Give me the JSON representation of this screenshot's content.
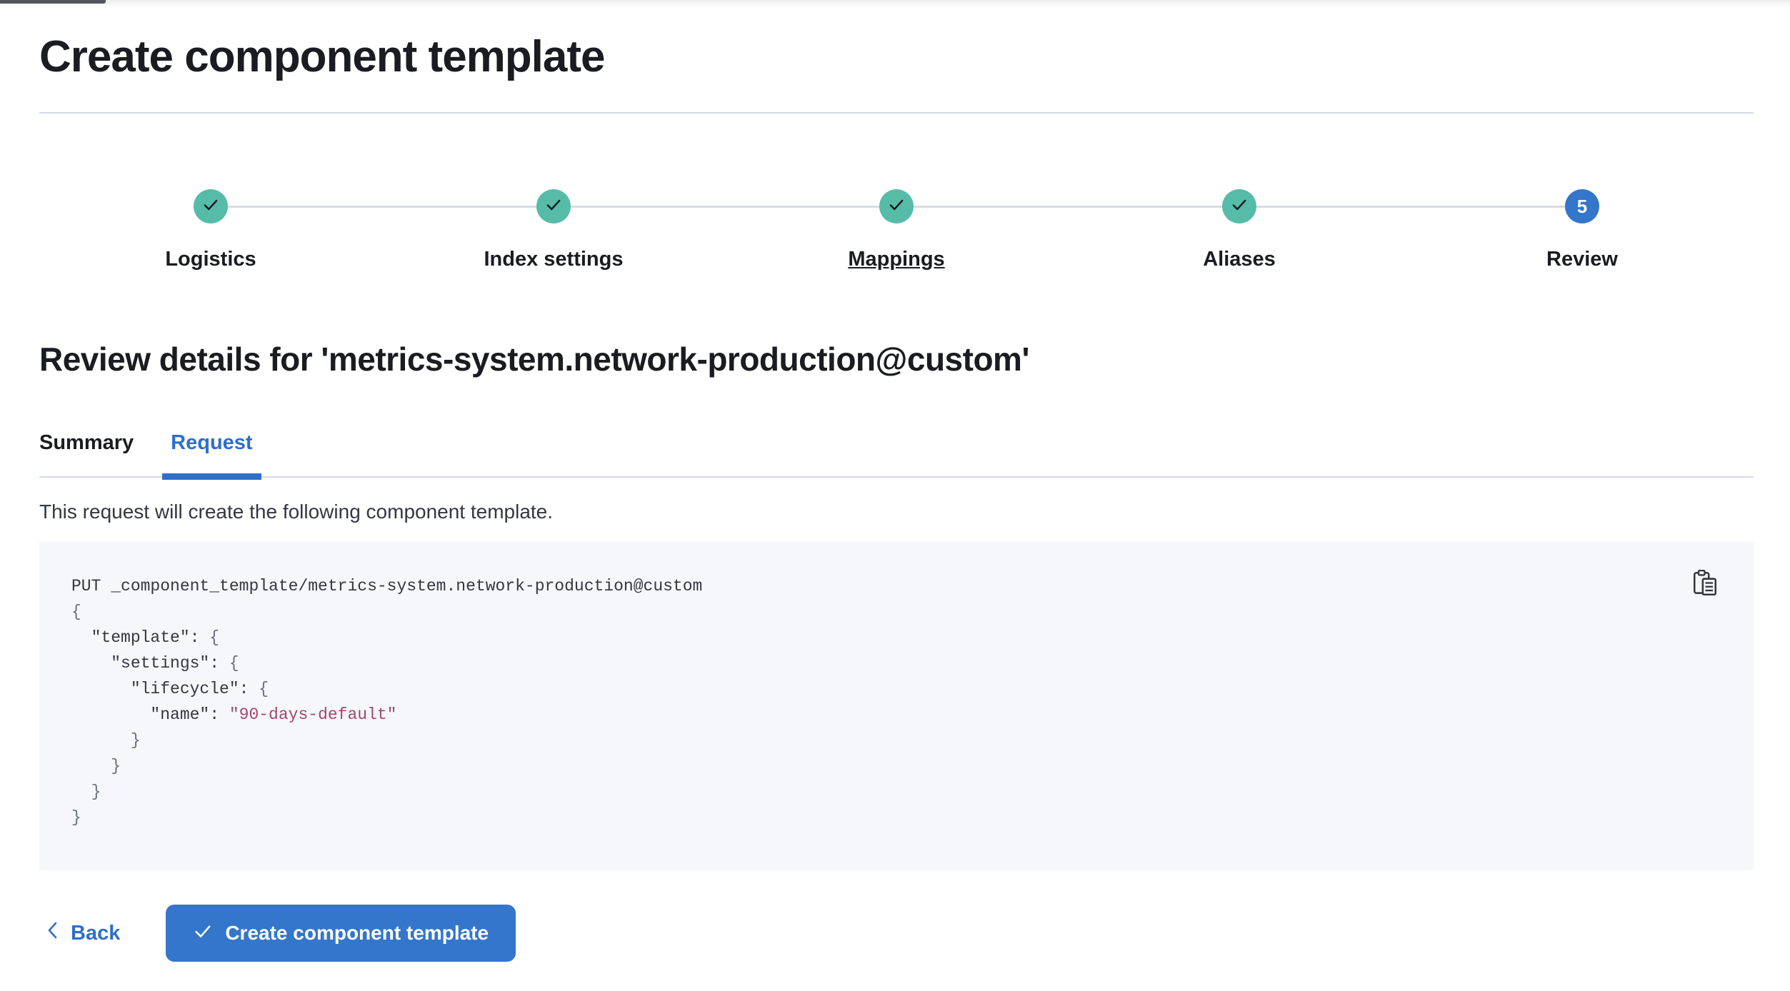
{
  "page": {
    "title": "Create component template"
  },
  "stepper": {
    "steps": [
      {
        "label": "Logistics",
        "status": "complete"
      },
      {
        "label": "Index settings",
        "status": "complete"
      },
      {
        "label": "Mappings",
        "status": "complete",
        "underlined": true
      },
      {
        "label": "Aliases",
        "status": "complete"
      },
      {
        "label": "Review",
        "status": "current",
        "number": "5"
      }
    ]
  },
  "review": {
    "heading": "Review details for 'metrics-system.network-production@custom'",
    "tabs": [
      {
        "label": "Summary",
        "active": false
      },
      {
        "label": "Request",
        "active": true
      }
    ],
    "description": "This request will create the following component template."
  },
  "code": {
    "copy_icon": "copy-clipboard-icon",
    "lines": [
      [
        {
          "t": "PUT _component_template/metrics-system.network-production@custom",
          "c": "plain"
        }
      ],
      [
        {
          "t": "{",
          "c": "punct"
        }
      ],
      [
        {
          "t": "  \"template\": ",
          "c": "plain"
        },
        {
          "t": "{",
          "c": "punct"
        }
      ],
      [
        {
          "t": "    \"settings\": ",
          "c": "plain"
        },
        {
          "t": "{",
          "c": "punct"
        }
      ],
      [
        {
          "t": "      \"lifecycle\": ",
          "c": "plain"
        },
        {
          "t": "{",
          "c": "punct"
        }
      ],
      [
        {
          "t": "        \"name\": ",
          "c": "plain"
        },
        {
          "t": "\"90-days-default\"",
          "c": "string"
        }
      ],
      [
        {
          "t": "      }",
          "c": "punct"
        }
      ],
      [
        {
          "t": "    }",
          "c": "punct"
        }
      ],
      [
        {
          "t": "  }",
          "c": "punct"
        }
      ],
      [
        {
          "t": "}",
          "c": "punct"
        }
      ]
    ]
  },
  "footer": {
    "back_label": "Back",
    "submit_label": "Create component template"
  },
  "colors": {
    "primary_blue": "#3376cb",
    "link_blue": "#2e6fc9",
    "step_complete_teal": "#56bca8",
    "divider_gray": "#d3dae6",
    "code_background": "#f5f7fa",
    "code_string_red": "#a5476a",
    "code_punct_gray": "#69707d",
    "text_dark": "#1a1c21"
  }
}
